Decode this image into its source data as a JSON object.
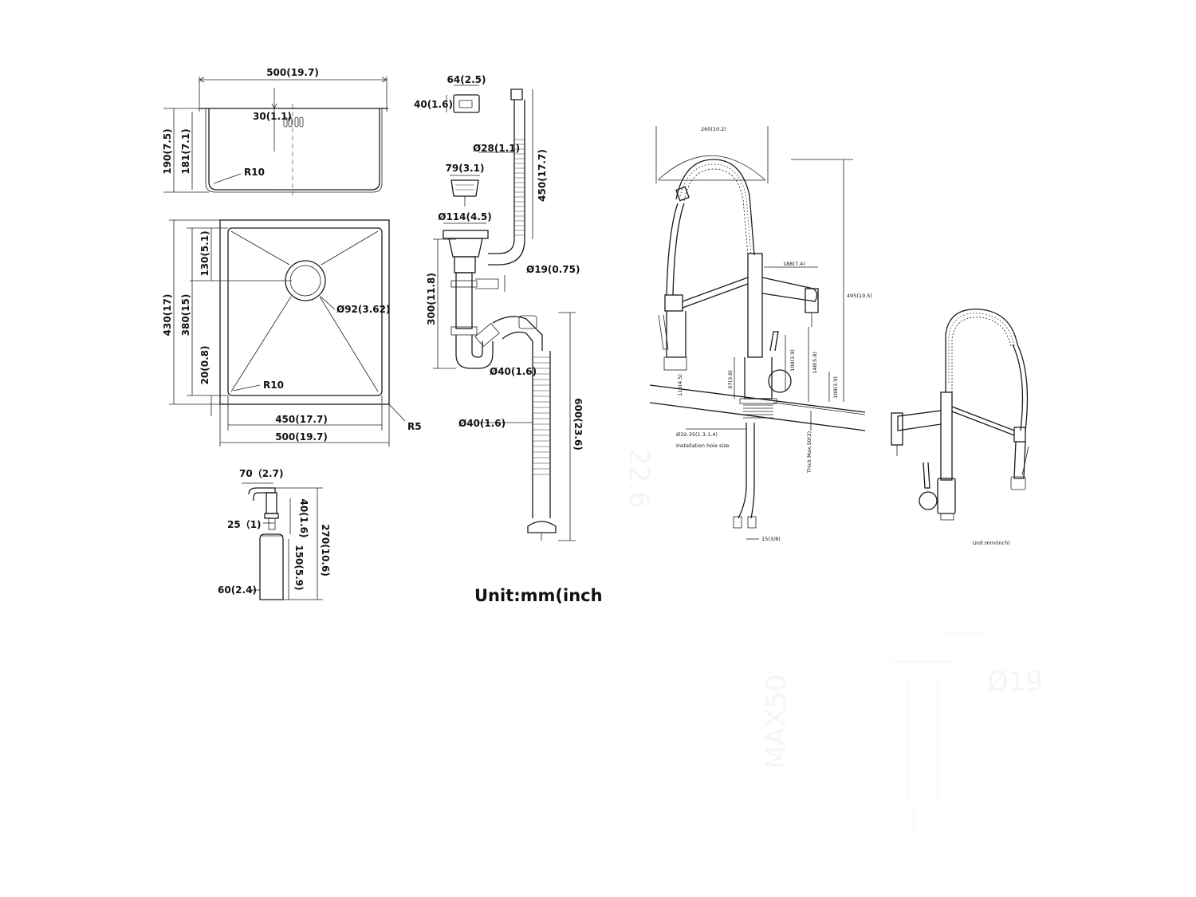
{
  "labels": {
    "sink_side_width": "500(19.7)",
    "sink_depth_total": "190(7.5)",
    "sink_depth_inner": "181(7.1)",
    "overflow_offset": "30(1.1)",
    "side_radius": "R10",
    "drain_offset": "130(5.1)",
    "outer_length": "430(17)",
    "inner_length": "380(15)",
    "drain_dia": "Ø92(3.62)",
    "corner_offset": "20(0.8)",
    "bottom_radius": "R10",
    "inner_width": "450(17.7)",
    "outer_width": "500(19.7)",
    "flange_radius": "R5",
    "overflow_w": "64(2.5)",
    "overflow_h": "40(1.6)",
    "overflow_hose_dia": "Ø28(1.1)",
    "overflow_hose_len": "450(17.7)",
    "strainer_w": "79(3.1)",
    "strainer_flange": "Ø114(4.5)",
    "side_inlet": "Ø19(0.75)",
    "trap_height": "300(11.8)",
    "trap_dia": "Ø40(1.6)",
    "outlet_dia": "Ø40(1.6)",
    "outlet_len": "600(23.6)",
    "dispenser_w": "70（2.7)",
    "dispenser_head": "40(1.6)",
    "dispenser_neck": "25（1)",
    "dispenser_total": "270(10.6)",
    "dispenser_bottle": "150(5.9)",
    "dispenser_dia": "60(2.4)",
    "unit_main": "Unit:mm(inch",
    "faucet_spread": "260(10.2)",
    "faucet_height": "495(19.5)",
    "faucet_spout_reach": "188(7.4)",
    "faucet_h_148": "148(5.8)",
    "faucet_h_100a": "100(3.9)",
    "faucet_h_97": "97(3.8)",
    "faucet_h_115": "115(4.5)",
    "faucet_h_100b": "100(3.9)",
    "install_hole": "Ø32-35(1.3-1.4)",
    "install_hole_label": "Installation hole size",
    "thick_max": "Thick Max.50(2)",
    "hose_thread": "15(3/8)",
    "unit_faucet": "Unit:mm(inch)"
  },
  "colors": {
    "line": "#1a1a1a",
    "background": "#ffffff"
  }
}
